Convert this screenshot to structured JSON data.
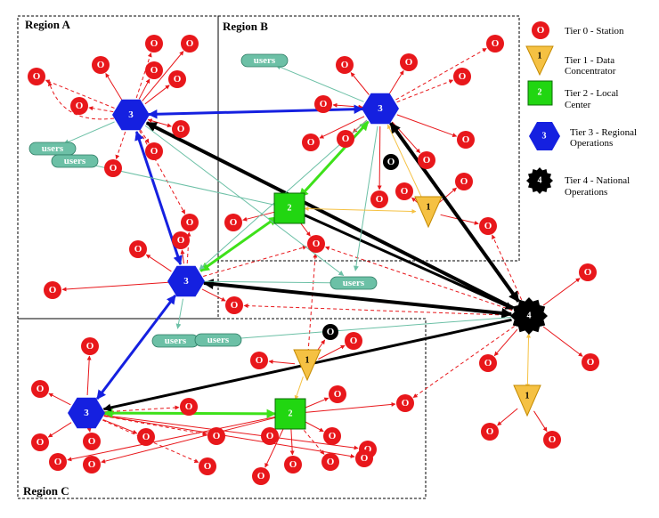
{
  "regions": {
    "a": "Region A",
    "b": "Region B",
    "c": "Region C"
  },
  "legend": [
    {
      "tier": 0,
      "symbol": "O",
      "line1": "Tier 0 - Station",
      "line2": ""
    },
    {
      "tier": 1,
      "symbol": "1",
      "line1": "Tier 1 - Data",
      "line2": "Concentrator"
    },
    {
      "tier": 2,
      "symbol": "2",
      "line1": "Tier 2 - Local",
      "line2": "Center"
    },
    {
      "tier": 3,
      "symbol": "3",
      "line1": "Tier 3 - Regional",
      "line2": "Operations"
    },
    {
      "tier": 4,
      "symbol": "4",
      "line1": "Tier 4 - National",
      "line2": "Operations"
    }
  ],
  "labels": {
    "station": "O",
    "tier1": "1",
    "tier2": "2",
    "tier3": "3",
    "tier4": "4",
    "users": "users"
  },
  "colors": {
    "station_fill": "#e8171b",
    "tier1_fill": "#f5c143",
    "tier2_fill": "#21d611",
    "tier3_fill": "#1520e0",
    "tier4_fill": "#000000",
    "users_fill": "#6cc0a6",
    "red_link": "#e8171b",
    "blue_link": "#1520e0",
    "green_link": "#3ee11a",
    "black_link": "#000000",
    "teal_link": "#6cc0a6",
    "yellow_link": "#f5c143"
  }
}
